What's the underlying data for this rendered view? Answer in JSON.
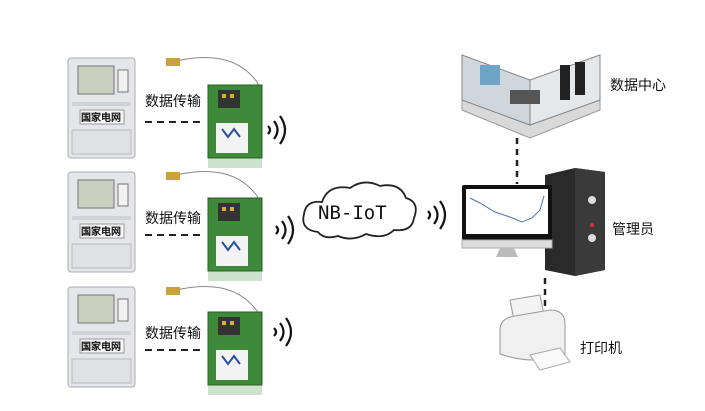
{
  "meters": [
    {
      "brand": "国家电网",
      "link_label": "数据传输"
    },
    {
      "brand": "国家电网",
      "link_label": "数据传输"
    },
    {
      "brand": "国家电网",
      "link_label": "数据传输"
    }
  ],
  "network": {
    "label": "NB-IoT"
  },
  "nodes": {
    "datacenter": "数据中心",
    "admin": "管理员",
    "printer": "打印机"
  },
  "colors": {
    "pcb": "#3e8a3a",
    "tower": "#222222",
    "link": "#222222"
  }
}
